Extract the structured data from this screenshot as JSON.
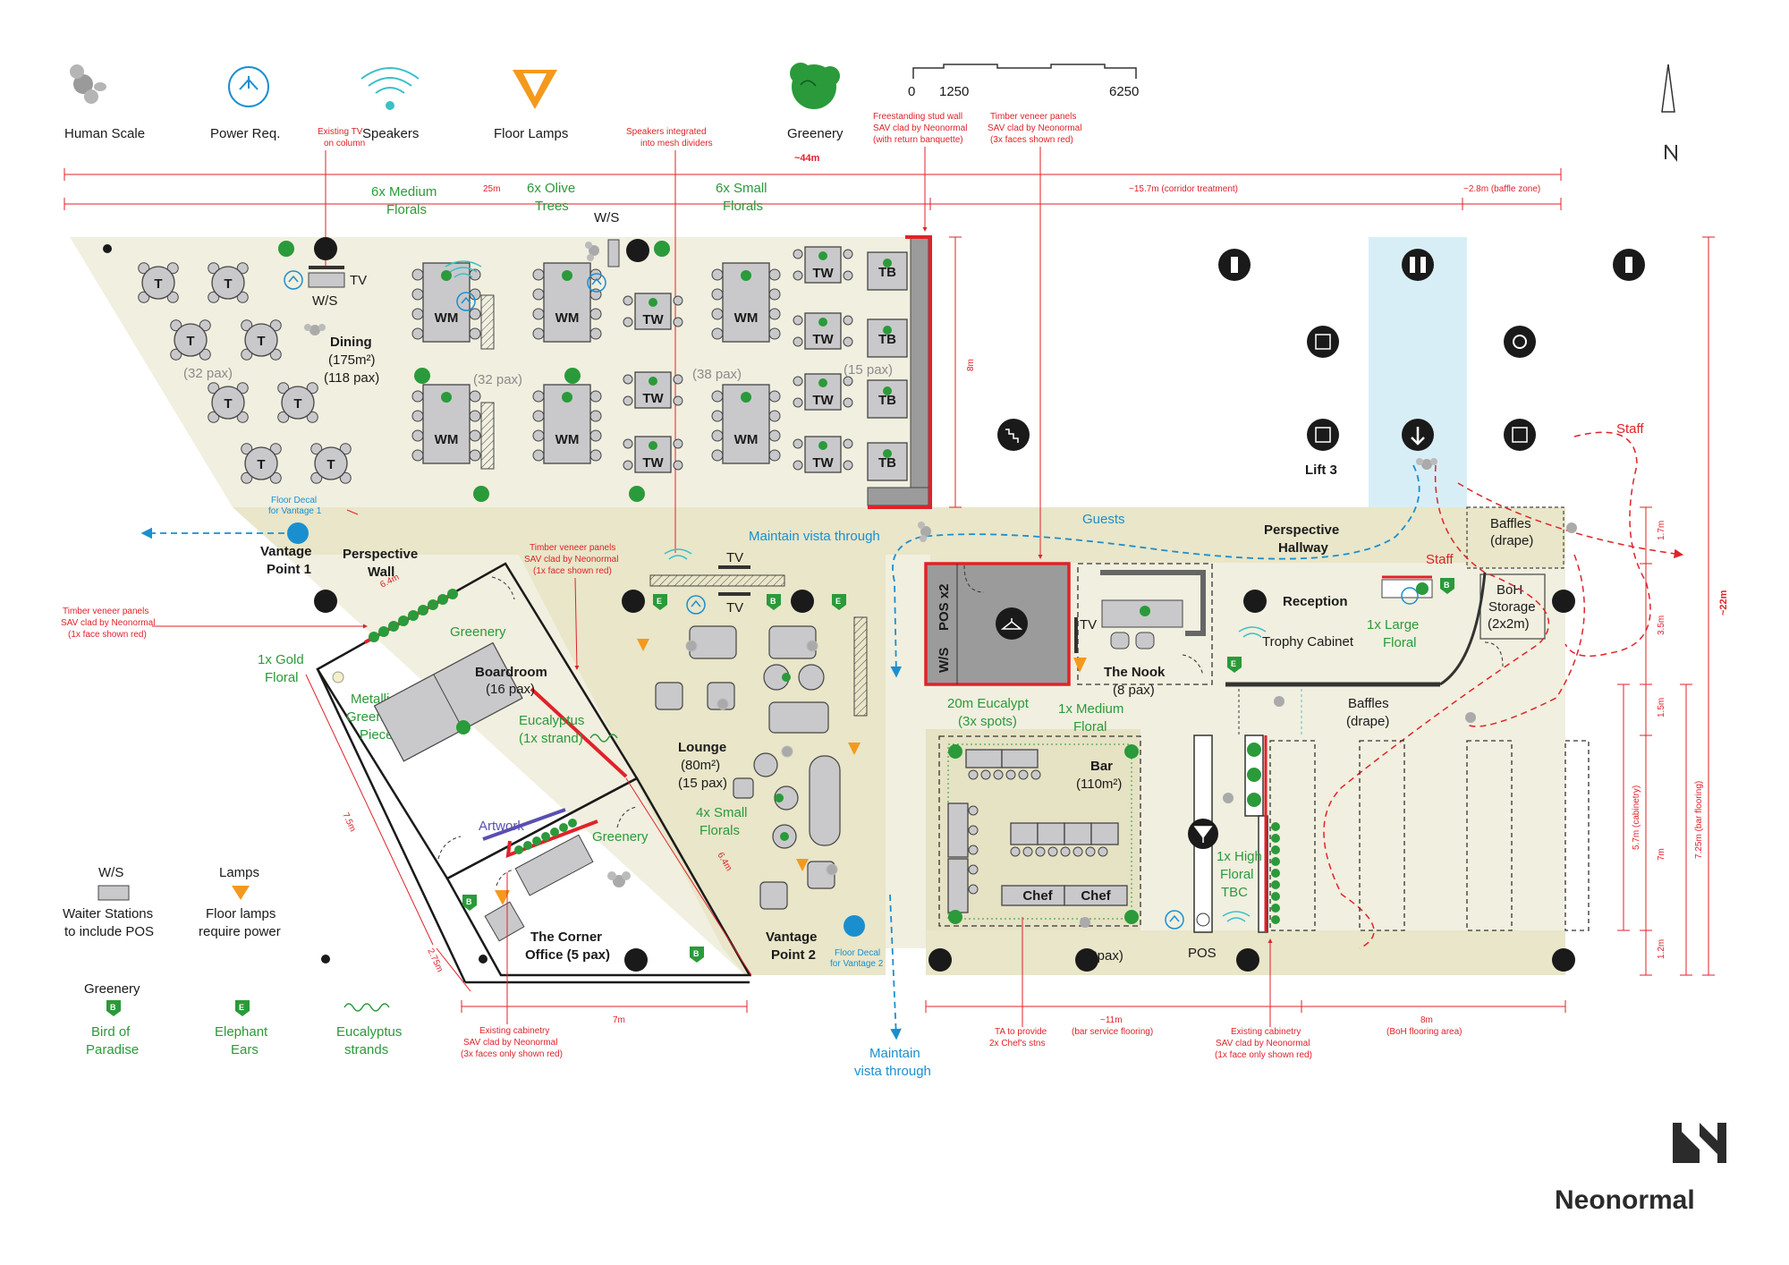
{
  "legend_top": {
    "human_scale": "Human Scale",
    "power_req": "Power Req.",
    "speakers": "Speakers",
    "floor_lamps": "Floor Lamps",
    "greenery": "Greenery",
    "scale_0": "0",
    "scale_1250": "1250",
    "scale_6250": "6250"
  },
  "notes_red": {
    "existing_tv": [
      "Existing TV",
      "on column"
    ],
    "speakers_integrated": [
      "Speakers integrated",
      "into mesh dividers"
    ],
    "freestanding": [
      "Freestanding stud wall",
      "SAV clad by Neonormal",
      "(with return banquette)"
    ],
    "timber_3x": [
      "Timber veneer panels",
      "SAV clad by Neonormal",
      "(3x faces shown red)"
    ],
    "timber_lounge": [
      "Timber veneer panels",
      "SAV clad by Neonormal",
      "(1x face shown red)"
    ],
    "timber_left": [
      "Timber veneer panels",
      "SAV clad by Neonormal",
      "(1x face shown red)"
    ],
    "cabinetry_3x": [
      "Existing cabinetry",
      "SAV clad by Neonormal",
      "(3x faces only shown red)"
    ],
    "chef_note": [
      "TA to provide",
      "2x Chef's stns"
    ],
    "cabinetry_1x": [
      "Existing cabinetry",
      "SAV clad by Neonormal",
      "(1x face only shown red)"
    ]
  },
  "dimensions": {
    "total": "~44m",
    "d25": "25m",
    "corridor": "~15.7m (corridor treatment)",
    "baffle_zone": "~2.8m (baffle zone)",
    "d8m": "8m",
    "d22": "~22m",
    "d17": "1.7m",
    "d35": "3.5m",
    "d15": "1.5m",
    "d7": "7m",
    "d12": "1.2m",
    "cab": "5.7m (cabinetry)",
    "bar_floor": "7.25m (bar flooring)",
    "d64a": "6.4m",
    "d75": "7.5m",
    "d275": "2.75m",
    "d64b": "6.4m",
    "d7b": "7m",
    "d11": [
      "~11m",
      "(bar service flooring)"
    ],
    "d8b": [
      "8m",
      "(BoH flooring area)"
    ]
  },
  "dining": {
    "florals_med": [
      "6x Medium",
      "Florals"
    ],
    "olive": [
      "6x Olive",
      "Trees"
    ],
    "florals_small": [
      "6x Small",
      "Florals"
    ],
    "ws": "W/S",
    "title": "Dining",
    "area": "(175m²)",
    "pax": "(118 pax)",
    "tv": "TV",
    "ws2": "W/S",
    "pax32a": "(32 pax)",
    "pax32b": "(32 pax)",
    "pax38": "(38 pax)",
    "pax15": "(15 pax)",
    "t": "T",
    "wm": "WM",
    "tw": "TW",
    "tb": "TB"
  },
  "core": {
    "lift3": "Lift 3",
    "staff1": "Staff",
    "staff2": "Staff",
    "guests": "Guests",
    "perspective_hallway": [
      "Perspective",
      "Hallway"
    ],
    "baffles_top": [
      "Baffles",
      "(drape)"
    ],
    "boh": [
      "BoH",
      "Storage",
      "(2x2m)"
    ]
  },
  "left_zone": {
    "floor_decal_1": [
      "Floor Decal",
      "for Vantage 1"
    ],
    "vantage1": [
      "Vantage",
      "Point 1"
    ],
    "perspective_wall": [
      "Perspective",
      "Wall"
    ],
    "gold_floral": [
      "1x Gold",
      "Floral"
    ],
    "boardroom": "Boardroom",
    "boardroom_pax": "(16 pax)",
    "greenery1": "Greenery",
    "metallic": [
      "Metallic",
      "Greenery",
      "Piece"
    ],
    "eucalyptus": [
      "Eucalyptus",
      "(1x strand)"
    ],
    "artwork": "Artwork",
    "greenery2": "Greenery",
    "corner_office": [
      "The Corner",
      "Office (5 pax)"
    ]
  },
  "lounge": {
    "vista1": "Maintain vista through",
    "tv1": "TV",
    "tv2": "TV",
    "title": "Lounge",
    "area": "(80m²)",
    "pax": "(15 pax)",
    "small_florals": [
      "4x Small",
      "Florals"
    ],
    "vantage2": [
      "Vantage",
      "Point 2"
    ],
    "floor_decal_2": [
      "Floor Decal",
      "for Vantage 2"
    ],
    "vista2": [
      "Maintain",
      "vista through"
    ]
  },
  "bar_zone": {
    "ws_pos": "W/S",
    "pos_x2": "POS x2",
    "nook_title": "The Nook",
    "nook_pax": "(8 pax)",
    "nook_tv": "TV",
    "reception": "Reception",
    "trophy": "Trophy Cabinet",
    "large_floral": [
      "1x Large",
      "Floral"
    ],
    "baffles": [
      "Baffles",
      "(drape)"
    ],
    "eucalypt": [
      "20m Eucalypt",
      "(3x spots)"
    ],
    "medium_floral": [
      "1x Medium",
      "Floral"
    ],
    "bar_title": "Bar",
    "bar_area": "(110m²)",
    "chef1": "Chef",
    "chef2": "Chef",
    "high_floral": [
      "1x High",
      "Floral",
      "TBC"
    ],
    "pax20": "(20pax)",
    "pos": "POS"
  },
  "legend_bottom": {
    "ws": "W/S",
    "ws_desc": [
      "Waiter Stations",
      "to include POS"
    ],
    "lamps": "Lamps",
    "lamps_desc": [
      "Floor lamps",
      "require power"
    ],
    "greenery": "Greenery",
    "bird": [
      "Bird of",
      "Paradise"
    ],
    "elephant": [
      "Elephant",
      "Ears"
    ],
    "eucalyptus": [
      "Eucalyptus",
      "strands"
    ]
  },
  "brand": {
    "name": "Neonormal"
  },
  "colors": {
    "floor": "#f1efdf",
    "green": "#2a9a3a",
    "red": "#e0222a",
    "blue": "#1a8fd0",
    "lightblue": "#d8eef6"
  }
}
